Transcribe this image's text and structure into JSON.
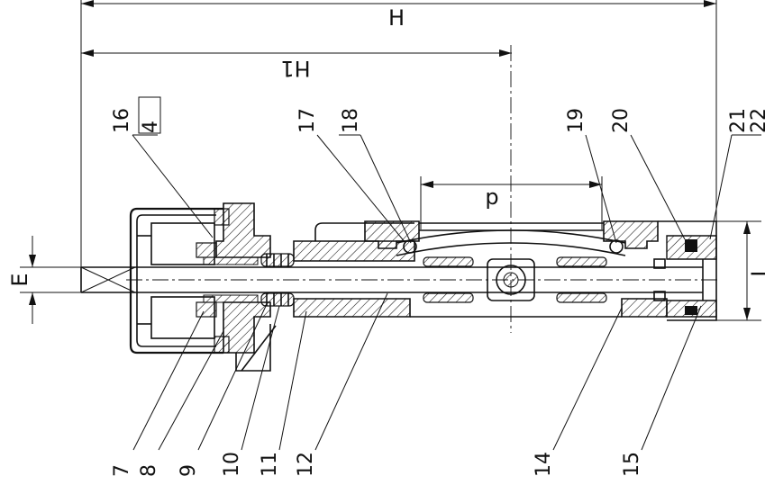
{
  "dimensions": {
    "H": "H",
    "H1": "H1",
    "p": "p",
    "E": "E",
    "L": "L"
  },
  "callouts": {
    "c4": "4",
    "c7": "7",
    "c8": "8",
    "c9": "9",
    "c10": "10",
    "c11": "11",
    "c12": "12",
    "c14": "14",
    "c15": "15",
    "c16": "16",
    "c17": "17",
    "c18": "18",
    "c19": "19",
    "c20": "20",
    "c21": "21",
    "c22": "22"
  }
}
